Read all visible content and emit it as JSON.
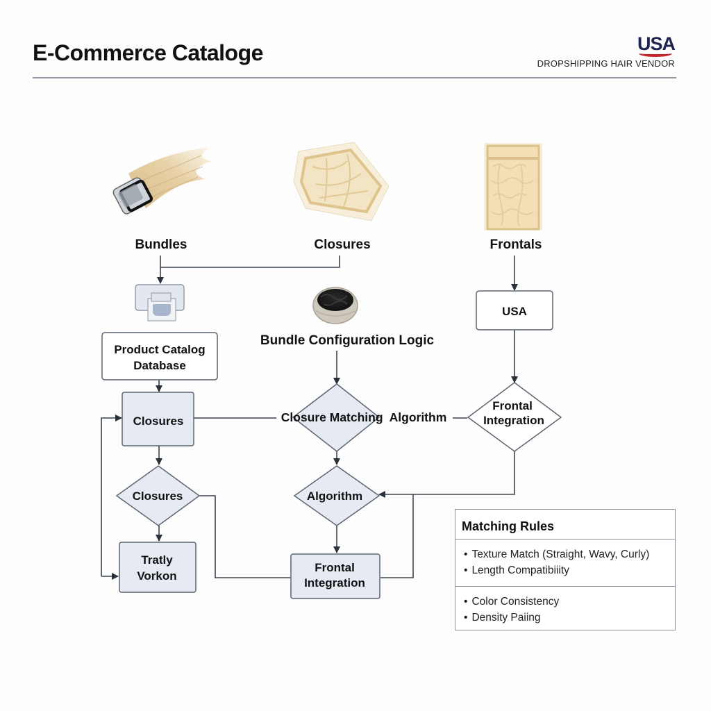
{
  "header": {
    "title": "E-Commerce Cataloge",
    "brand_logo": "USA",
    "brand_subtitle": "DROPSHIPPING HAIR VENDOR",
    "brand_colors": {
      "text": "#1e2550",
      "smile": "#c8242c"
    }
  },
  "categories": [
    {
      "label": "Bundles",
      "image": "hair-bundle-image"
    },
    {
      "label": "Closures",
      "image": "lace-closure-image"
    },
    {
      "label": "Frontals",
      "image": "lace-frontal-image"
    }
  ],
  "nodes": {
    "product_db_icon": "database-icon",
    "bundle_config_image": "bundle-roll-image",
    "bundle_config_label": "Bundle Configuration Logic",
    "product_catalog_line1": "Product Catalog",
    "product_catalog_line2": "Database",
    "usa_box": "USA",
    "closures_box": "Closures",
    "closures_decision": "Closures",
    "trially_line1": "Tratly",
    "trially_line2": "Vorkon",
    "closure_matching": "Closure Matching  Algorithm",
    "frontal_decision_line1": "Frontal",
    "frontal_decision_line2": "Integration",
    "algorithm_decision": "Algorithm",
    "frontal_box_line1": "Frontal",
    "frontal_box_line2": "Integration"
  },
  "matching_rules": {
    "title": "Matching Rules",
    "group1": [
      "Texture Match (Straight, Wavy, Curly)",
      "Length Compatibiiity"
    ],
    "group2": [
      "Color Consistency",
      "Density Paiing"
    ]
  },
  "colors": {
    "node_fill": "#e6eaf2",
    "node_stroke": "#5b6470",
    "edge": "#3b4450",
    "hair_blonde": "#e2c79a",
    "lace": "#f0dfba"
  }
}
